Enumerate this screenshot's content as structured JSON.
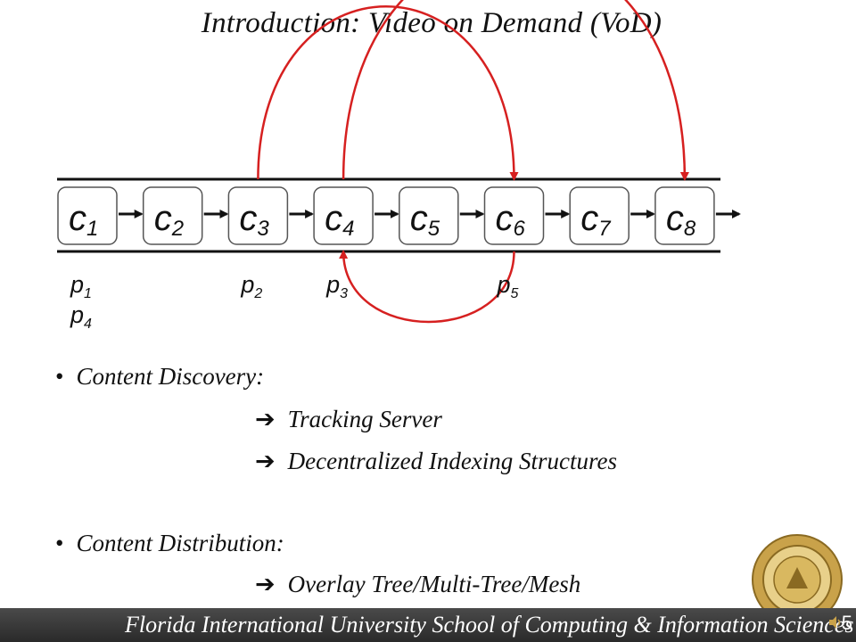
{
  "title": "Introduction: Video on Demand (VoD)",
  "chunks": [
    {
      "base": "c",
      "sub": "1"
    },
    {
      "base": "c",
      "sub": "2"
    },
    {
      "base": "c",
      "sub": "3"
    },
    {
      "base": "c",
      "sub": "4"
    },
    {
      "base": "c",
      "sub": "5"
    },
    {
      "base": "c",
      "sub": "6"
    },
    {
      "base": "c",
      "sub": "7"
    },
    {
      "base": "c",
      "sub": "8"
    }
  ],
  "peers": [
    {
      "base": "p",
      "sub": "1",
      "chunk": 1
    },
    {
      "base": "p",
      "sub": "4",
      "chunk": 1
    },
    {
      "base": "p",
      "sub": "2",
      "chunk": 3
    },
    {
      "base": "p",
      "sub": "3",
      "chunk": 4
    },
    {
      "base": "p",
      "sub": "5",
      "chunk": 6
    }
  ],
  "jumps": [
    {
      "from": 3,
      "to": 6,
      "side": "top"
    },
    {
      "from": 4,
      "to": 8,
      "side": "top"
    },
    {
      "from": 6,
      "to": 4,
      "side": "bottom"
    }
  ],
  "colors": {
    "jump_arrow": "#d62020",
    "chain": "#111111"
  },
  "bullets": [
    {
      "label": "Content Discovery:",
      "items": [
        "Tracking Server",
        "Decentralized Indexing Structures"
      ]
    },
    {
      "label": "Content Distribution:",
      "items": [
        "Overlay Tree/Multi-Tree/Mesh"
      ]
    }
  ],
  "footer": {
    "text": "Florida International University School of Computing & Information Sciences",
    "page_number": "5",
    "seal_icon": "university-seal-icon"
  }
}
